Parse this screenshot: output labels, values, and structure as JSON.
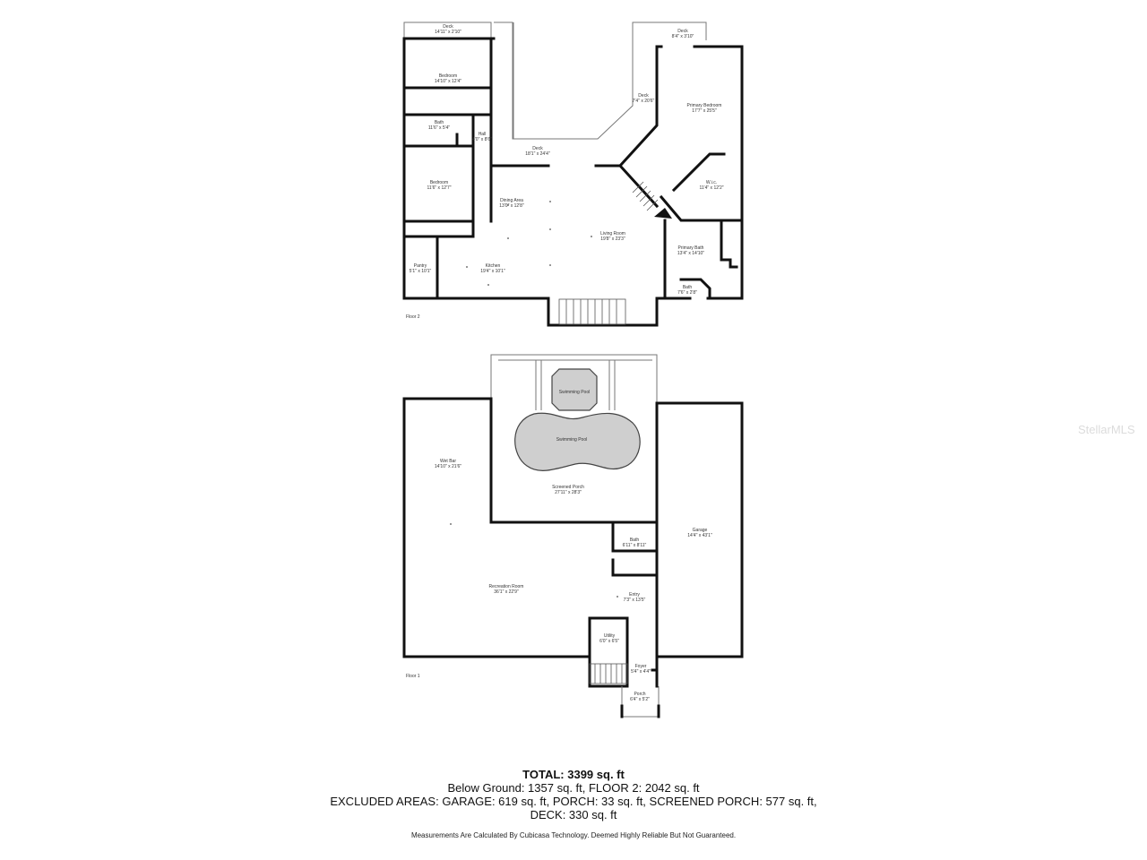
{
  "watermark": "StellarMLS",
  "floors": [
    {
      "label": "Floor 2"
    },
    {
      "label": "Floor 1"
    }
  ],
  "rooms": [
    {
      "name": "Deck",
      "dim": "14'11\" x 2'10\""
    },
    {
      "name": "Deck",
      "dim": "8'4\" x 3'10\""
    },
    {
      "name": "Bedroom",
      "dim": "14'10\" x 12'4\""
    },
    {
      "name": "Deck",
      "dim": "7'4\" x 20'6\""
    },
    {
      "name": "Primary Bedroom",
      "dim": "17'7\" x 25'5\""
    },
    {
      "name": "Bath",
      "dim": "11'6\" x 5'4\""
    },
    {
      "name": "Hall",
      "dim": "4'0\" x 8'6\""
    },
    {
      "name": "Deck",
      "dim": "18'1\" x 24'4\""
    },
    {
      "name": "Bedroom",
      "dim": "11'6\" x 12'7\""
    },
    {
      "name": "Dining Area",
      "dim": "13'0\" x 12'8\""
    },
    {
      "name": "W.i.c.",
      "dim": "11'4\" x 12'2\""
    },
    {
      "name": "Living Room",
      "dim": "19'8\" x 23'3\""
    },
    {
      "name": "Primary Bath",
      "dim": "13'4\" x 14'10\""
    },
    {
      "name": "Pantry",
      "dim": "5'1\" x 10'1\""
    },
    {
      "name": "Kitchen",
      "dim": "19'4\" x 10'1\""
    },
    {
      "name": "Bath",
      "dim": "7'6\" x 2'8\""
    },
    {
      "name": "Swimming Pool",
      "dim": ""
    },
    {
      "name": "Swimming Pool",
      "dim": ""
    },
    {
      "name": "Wet Bar",
      "dim": "14'10\" x 21'6\""
    },
    {
      "name": "Screened Porch",
      "dim": "27'11\" x 28'3\""
    },
    {
      "name": "Garage",
      "dim": "14'4\" x 43'1\""
    },
    {
      "name": "Bath",
      "dim": "6'11\" x 8'11\""
    },
    {
      "name": "Recreation Room",
      "dim": "36'1\" x 22'9\""
    },
    {
      "name": "Entry",
      "dim": "7'3\" x 13'5\""
    },
    {
      "name": "Utility",
      "dim": "6'0\" x 6'5\""
    },
    {
      "name": "Foyer",
      "dim": "5'4\" x 4'4\""
    },
    {
      "name": "Porch",
      "dim": "6'4\" x 5'2\""
    }
  ],
  "summary": {
    "total": "TOTAL: 3399 sq. ft",
    "line1": "Below Ground: 1357 sq. ft, FLOOR 2: 2042 sq. ft",
    "line2": "EXCLUDED AREAS: GARAGE: 619 sq. ft, PORCH: 33 sq. ft, SCREENED PORCH: 577 sq. ft,",
    "line3": "DECK: 330 sq. ft"
  },
  "disclaimer": "Measurements Are Calculated By Cubicasa Technology. Deemed Highly Reliable But Not Guaranteed."
}
